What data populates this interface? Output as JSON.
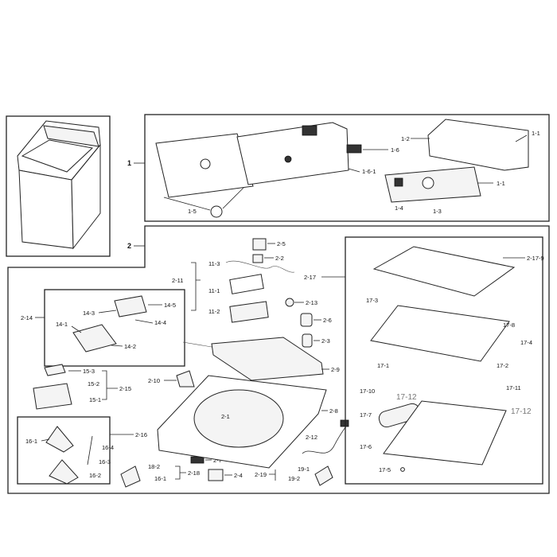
{
  "labels": {
    "l1": "1",
    "l2": "2",
    "l1_1a": "1-1",
    "l1_1b": "1-1",
    "l1_2": "1-2",
    "l1_3": "1-3",
    "l1_4": "1-4",
    "l1_5": "1-5",
    "l1_6": "1-6",
    "l1_6_1": "1-6-1",
    "l2_1": "2-1",
    "l2_2": "2-2",
    "l2_3": "2-3",
    "l2_4": "2-4",
    "l2_5": "2-5",
    "l2_6": "2-6",
    "l2_7": "2-7",
    "l2_8": "2-8",
    "l2_9": "2-9",
    "l2_10": "2-10",
    "l2_11": "2-11",
    "l11_1": "11-1",
    "l11_2": "11-2",
    "l11_3": "11-3",
    "l2_12": "2-12",
    "l2_13": "2-13",
    "l2_14": "2-14",
    "l14_1": "14-1",
    "l14_2": "14-2",
    "l14_3": "14-3",
    "l14_4": "14-4",
    "l14_5": "14-5",
    "l2_15": "2-15",
    "l15_1": "15-1",
    "l15_2": "15-2",
    "l15_3": "15-3",
    "l2_16": "2-16",
    "l16_1a": "16-1",
    "l16_1b": "16-1",
    "l16_2": "16-2",
    "l16_3": "16-3",
    "l16_4": "16-4",
    "l2_17": "2-17",
    "l2_17_9": "2-17-9",
    "l17_1": "17-1",
    "l17_2": "17-2",
    "l17_3": "17-3",
    "l17_4": "17-4",
    "l17_5": "17-5",
    "l17_6": "17-6",
    "l17_7": "17-7",
    "l17_8": "17-8",
    "l17_10": "17-10",
    "l17_11": "17-11",
    "l17_12a": "17-12",
    "l17_12b": "17-12",
    "l2_18": "2-18",
    "l18_2": "18-2",
    "l2_19": "2-19",
    "l19_1": "19-1",
    "l19_2": "19-2"
  }
}
